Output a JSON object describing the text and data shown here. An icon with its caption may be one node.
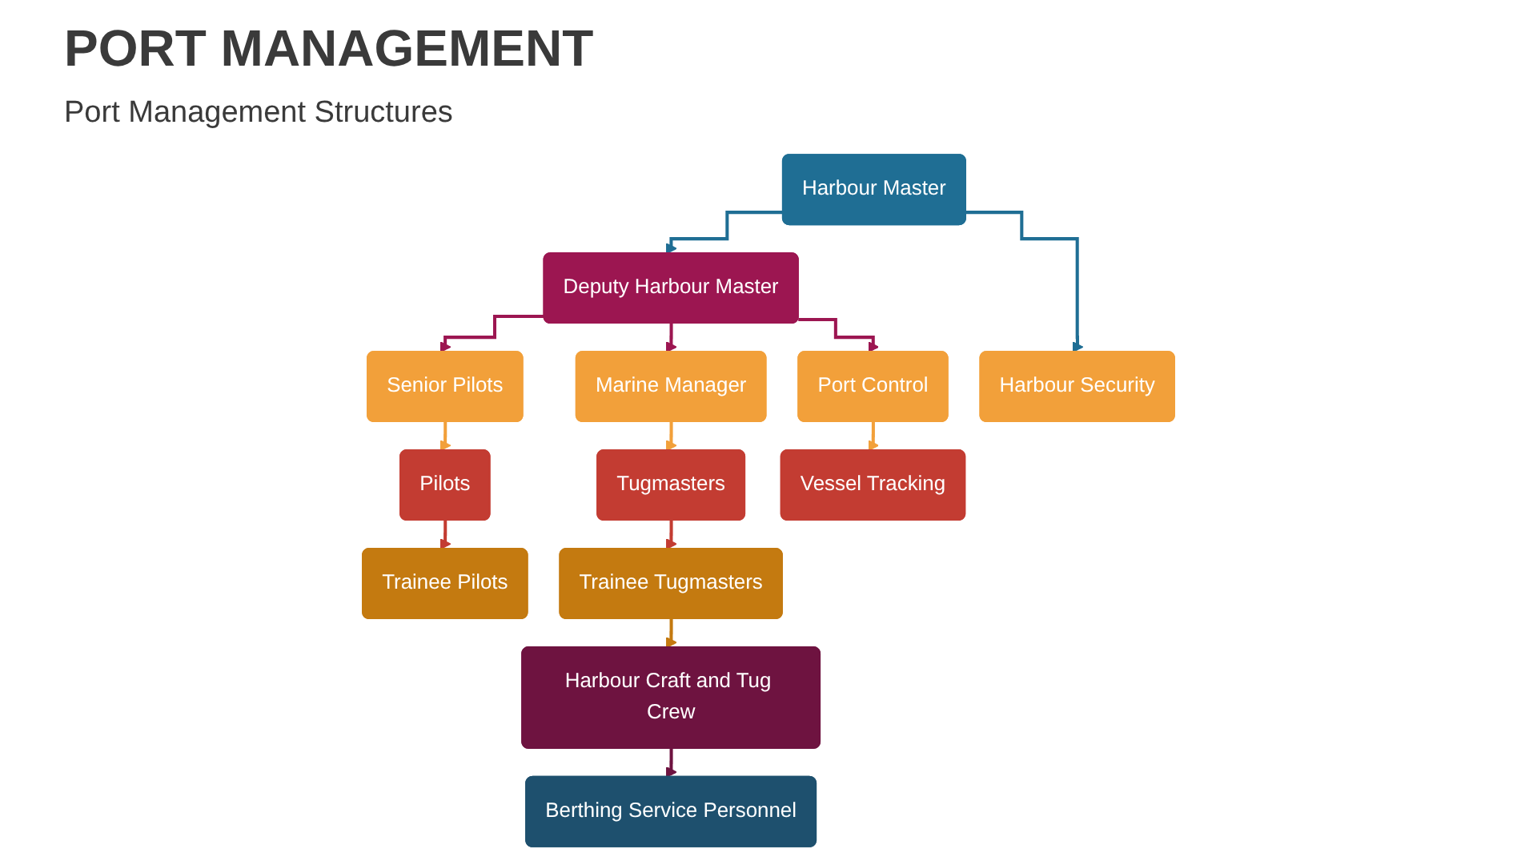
{
  "diagram": {
    "title": "PORT MANAGEMENT",
    "nodes": [
      {
        "text": [
          "Harbour Master"
        ]
      },
      {
        "text": [
          "Deputy Harbour Master"
        ]
      },
      {
        "text": [
          "Senior Pilots"
        ]
      },
      {
        "text": [
          "Marine Manager"
        ]
      },
      {
        "text": [
          "Port Control"
        ]
      },
      {
        "text": [
          "Harbour Security"
        ]
      },
      {
        "text": [
          "Pilots"
        ]
      },
      {
        "text": [
          "Tugmasters"
        ]
      },
      {
        "text": [
          "Vessel Tracking"
        ]
      },
      {
        "text": [
          "Trainee Pilots"
        ]
      },
      {
        "text": [
          "Trainee Tugmasters"
        ]
      },
      {
        "text": [
          "Harbour Craft and Tug Crew"
        ]
      },
      {
        "text": [
          "Berthing Service Personnel"
        ]
      }
    ],
    "edges": [
      {
        "from": 0,
        "to": 1,
        "arrow": "to",
        "color": "#1f6e94"
      },
      {
        "from": 0,
        "to": 5,
        "arrow": "to",
        "color": "#1f6e94"
      },
      {
        "from": 1,
        "to": 2,
        "arrow": "to",
        "color": "#9c1651"
      },
      {
        "from": 1,
        "to": 3,
        "arrow": "to",
        "color": "#9c1651"
      },
      {
        "from": 1,
        "to": 4,
        "arrow": "to",
        "color": "#9c1651"
      },
      {
        "from": 2,
        "to": 6,
        "arrow": "to",
        "color": "#f2a03a"
      },
      {
        "from": 3,
        "to": 7,
        "arrow": "to",
        "color": "#f2a03a"
      },
      {
        "from": 4,
        "to": 8,
        "arrow": "to",
        "color": "#f2a03a"
      },
      {
        "from": 6,
        "to": 9,
        "arrow": "to",
        "color": "#c33c32"
      },
      {
        "from": 7,
        "to": 10,
        "arrow": "to",
        "color": "#c33c32"
      },
      {
        "from": 10,
        "to": 11,
        "arrow": "to",
        "color": "#c47a10"
      },
      {
        "from": 11,
        "to": 12,
        "arrow": "to",
        "color": "#6e1340"
      }
    ],
    "labels": [
      "Port Management Structures"
    ]
  }
}
